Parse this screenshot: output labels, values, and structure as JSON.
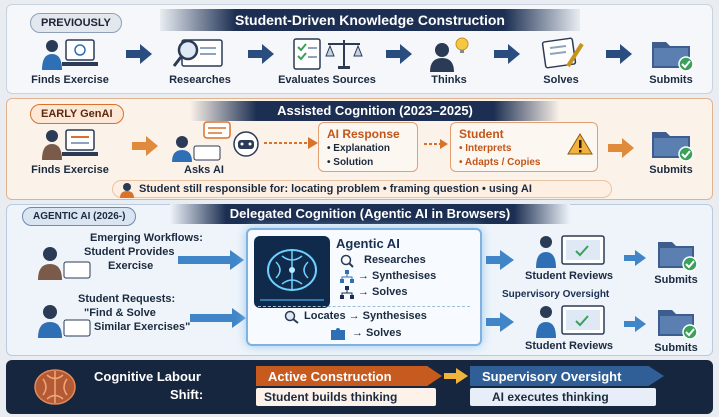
{
  "previously": {
    "tag": "PREVIOUSLY",
    "title": "Student-Driven Knowledge Construction",
    "steps": [
      "Finds Exercise",
      "Researches",
      "Evaluates Sources",
      "Thinks",
      "Solves",
      "Submits"
    ]
  },
  "early": {
    "tag": "EARLY GenAI",
    "title": "Assisted Cognition (2023–2025)",
    "steps": [
      "Finds Exercise",
      "Asks AI"
    ],
    "ai_response": {
      "title": "AI Response",
      "items": [
        "• Explanation",
        "• Solution"
      ]
    },
    "student": {
      "title": "Student",
      "items": [
        "• Interprets",
        "• Adapts / Copies"
      ]
    },
    "submits": "Submits",
    "note": "Student still responsible for: locating problem • framing question • using AI"
  },
  "agentic": {
    "tag": "AGENTIC AI (2026-)",
    "title": "Delegated Cognition (Agentic AI in Browsers)",
    "workflow_1": [
      "Emerging Workflows:",
      "Student Provides",
      "Exercise"
    ],
    "workflow_2": [
      "Student Requests:",
      "\"Find & Solve",
      "Similar Exercises\""
    ],
    "core": {
      "title": "Agentic AI",
      "lines_top": [
        "Researches",
        "→ Synthesises",
        "→ Solves"
      ],
      "lines_bottom": [
        "Locates → Synthesises",
        "→ Solves"
      ]
    },
    "reviews": [
      "Student Reviews",
      "Student Reviews"
    ],
    "oversight": "Supervisory Oversight",
    "submits": [
      "Submits",
      "Submits"
    ]
  },
  "footer": {
    "shift_label": [
      "Cognitive Labour",
      "Shift:"
    ],
    "active": {
      "title": "Active Construction",
      "sub": "Student builds thinking"
    },
    "supervisory": {
      "title": "Supervisory Oversight",
      "sub": "AI executes thinking"
    }
  },
  "colors": {
    "navy": "#1b2f52",
    "orange": "#d9722b",
    "blue": "#2f6fb5",
    "green": "#3aa05a"
  }
}
